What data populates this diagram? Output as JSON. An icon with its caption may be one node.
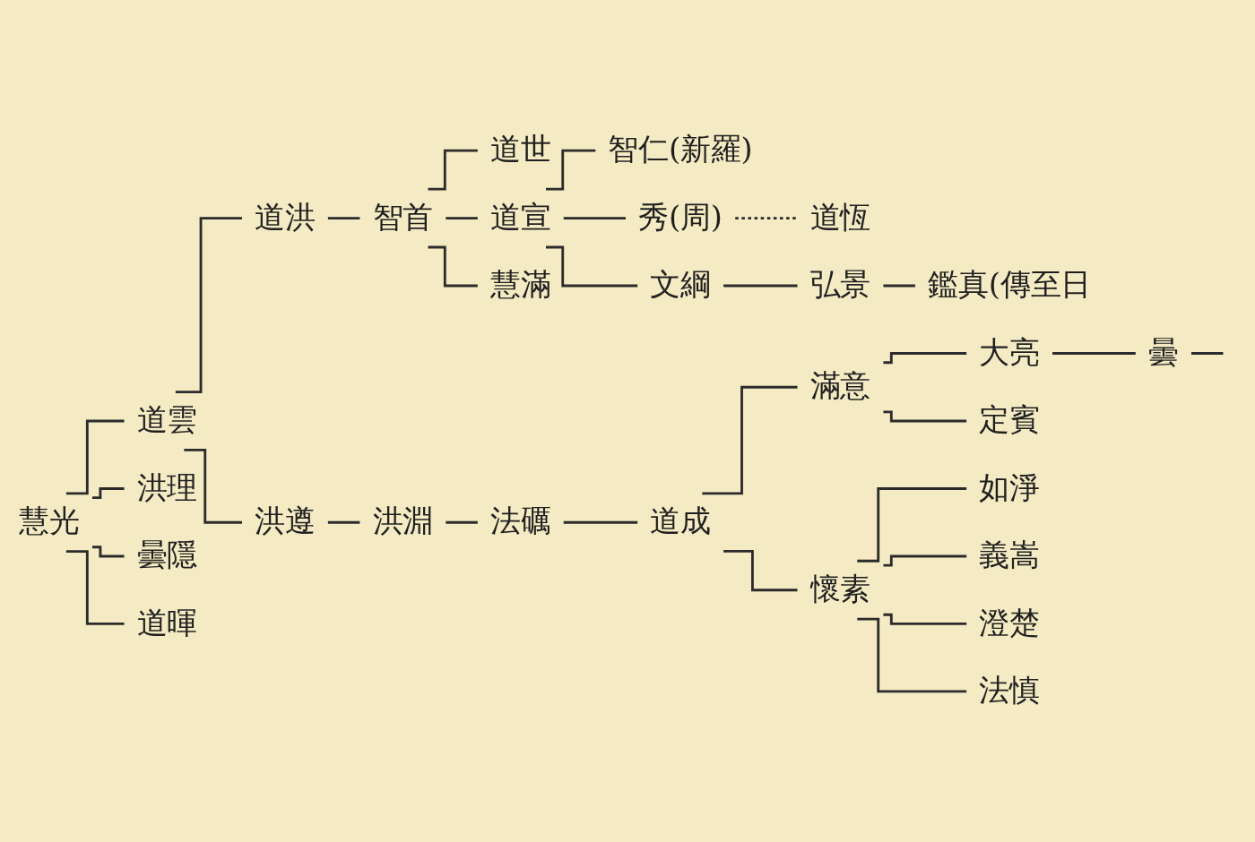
{
  "diagram": {
    "nodes": [
      {
        "text": [
          "慧光"
        ]
      },
      {
        "text": [
          "道雲"
        ]
      },
      {
        "text": [
          "道洪"
        ]
      },
      {
        "text": [
          "智首"
        ]
      },
      {
        "text": [
          "道世"
        ]
      },
      {
        "text": [
          "道宣"
        ]
      },
      {
        "text": [
          "智仁(新羅)"
        ]
      },
      {
        "text": [
          "秀(周)"
        ]
      },
      {
        "text": [
          "道恆"
        ]
      },
      {
        "text": [
          "文綱"
        ]
      },
      {
        "text": [
          "弘景"
        ]
      },
      {
        "text": [
          "鑑真(傳至日"
        ]
      },
      {
        "text": [
          "慧滿"
        ]
      },
      {
        "text": [
          "洪遵"
        ]
      },
      {
        "text": [
          "洪淵"
        ]
      },
      {
        "text": [
          "法礪"
        ]
      },
      {
        "text": [
          "道成"
        ]
      },
      {
        "text": [
          "滿意"
        ]
      },
      {
        "text": [
          "大亮"
        ]
      },
      {
        "text": [
          "曇"
        ]
      },
      {
        "text": [
          "定賓"
        ]
      },
      {
        "text": [
          "懷素"
        ]
      },
      {
        "text": [
          "如淨"
        ]
      },
      {
        "text": [
          "義嵩"
        ]
      },
      {
        "text": [
          "澄楚"
        ]
      },
      {
        "text": [
          "法慎"
        ]
      },
      {
        "text": [
          "洪理"
        ]
      },
      {
        "text": [
          "曇隱"
        ]
      },
      {
        "text": [
          "道暉"
        ]
      }
    ],
    "edges": [
      {
        "from": 0,
        "to": 1,
        "arrow": "none"
      },
      {
        "from": 1,
        "to": 2,
        "arrow": "none"
      },
      {
        "from": 2,
        "to": 3,
        "arrow": "none"
      },
      {
        "from": 3,
        "to": 4,
        "arrow": "none"
      },
      {
        "from": 3,
        "to": 5,
        "arrow": "none"
      },
      {
        "from": 5,
        "to": 6,
        "arrow": "none"
      },
      {
        "from": 5,
        "to": 7,
        "arrow": "none"
      },
      {
        "from": 7,
        "to": 8,
        "arrow": "none",
        "style": "dashed"
      },
      {
        "from": 5,
        "to": 9,
        "arrow": "none"
      },
      {
        "from": 9,
        "to": 10,
        "arrow": "none"
      },
      {
        "from": 10,
        "to": 11,
        "arrow": "none"
      },
      {
        "from": 3,
        "to": 12,
        "arrow": "none"
      },
      {
        "from": 1,
        "to": 13,
        "arrow": "none"
      },
      {
        "from": 13,
        "to": 14,
        "arrow": "none"
      },
      {
        "from": 14,
        "to": 15,
        "arrow": "none"
      },
      {
        "from": 15,
        "to": 16,
        "arrow": "none"
      },
      {
        "from": 16,
        "to": 17,
        "arrow": "none"
      },
      {
        "from": 17,
        "to": 18,
        "arrow": "none"
      },
      {
        "from": 18,
        "to": 19,
        "arrow": "none"
      },
      {
        "from": 19,
        "to": null,
        "arrow": "none"
      },
      {
        "from": 17,
        "to": 20,
        "arrow": "none"
      },
      {
        "from": 16,
        "to": 21,
        "arrow": "none"
      },
      {
        "from": 21,
        "to": 22,
        "arrow": "none"
      },
      {
        "from": 21,
        "to": 23,
        "arrow": "none"
      },
      {
        "from": 21,
        "to": 24,
        "arrow": "none"
      },
      {
        "from": 21,
        "to": 25,
        "arrow": "none"
      },
      {
        "from": 0,
        "to": 26,
        "arrow": "none"
      },
      {
        "from": 0,
        "to": 27,
        "arrow": "none"
      },
      {
        "from": 0,
        "to": 28,
        "arrow": "none"
      }
    ]
  }
}
